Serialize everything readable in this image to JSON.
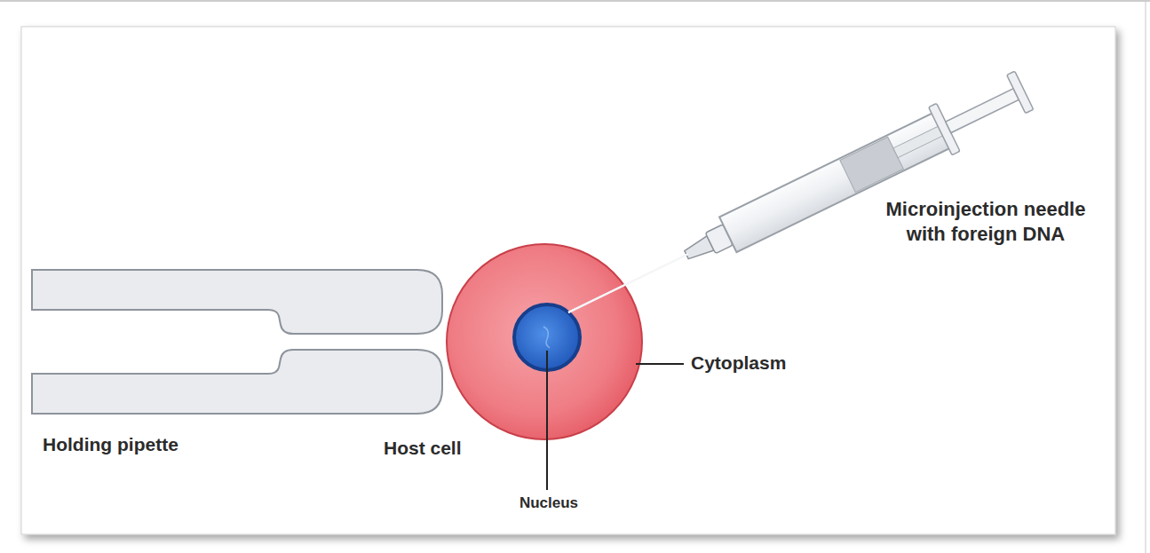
{
  "diagram": {
    "labels": [
      "Microinjection needle with foreign DNA",
      "Cytoplasm",
      "Holding pipette",
      "Host cell",
      "Nucleus"
    ]
  }
}
